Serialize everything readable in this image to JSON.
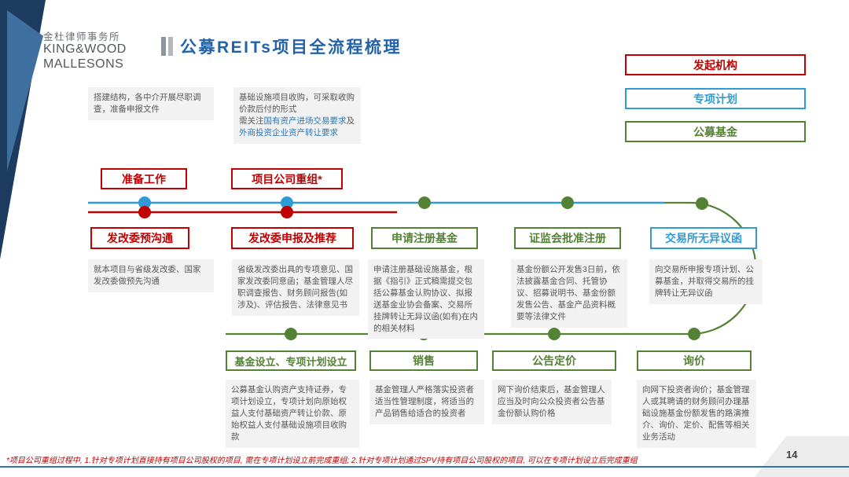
{
  "colors": {
    "sponsor_red": "#c00000",
    "plan_blue": "#2e9bd6",
    "fund_green": "#548235",
    "title_blue": "#2262a8",
    "highlight_blue": "#2e75b6"
  },
  "header": {
    "logo": {
      "cn": "金杜律师事务所",
      "en_line1": "KING&WOOD",
      "en_line2": "MALLESONS"
    },
    "title": "公募REITs项目全流程梳理"
  },
  "legend": {
    "sponsor": "发起机构",
    "special_plan": "专项计划",
    "public_fund": "公募基金"
  },
  "prep": {
    "stage1": "准备工作",
    "stage2": "项目公司重组*",
    "note1": "搭建结构，各中介开展尽职调查，准备申报文件",
    "note2_line1": "基础设施项目收购，可采取收购价款后付的形式",
    "note2_prefix": "需关注",
    "note2_link1": "国有资产进场交易要求",
    "note2_mid": "及",
    "note2_link2": "外商投资企业资产转让要求"
  },
  "approval": {
    "stages": [
      {
        "label": "发改委预沟通",
        "desc": "就本项目与省级发改委、国家发改委做预先沟通"
      },
      {
        "label": "发改委申报及推荐",
        "desc": "省级发改委出具的专项意见、国家发改委同意函；基金管理人尽职调查报告、财务顾问报告(如涉及)、评估报告、法律意见书"
      },
      {
        "label": "申请注册基金",
        "desc": "申请注册基础设施基金，根据《指引》正式稿需提交包括公募基金认购协议、拟报送基金业协会备案、交易所挂牌转让无异议函(如有)在内的相关材料"
      },
      {
        "label": "证监会批准注册",
        "desc": "基金份额公开发售3日前，依法披露基金合同、托管协议、招募说明书、基金份额发售公告、基金产品资料概要等法律文件"
      },
      {
        "label": "交易所无异议函",
        "desc": "向交易所申报专项计划、公募基金，并取得交易所的挂牌转让无异议函"
      }
    ]
  },
  "issuance": {
    "stages": [
      {
        "label": "基金设立、专项计划设立",
        "desc": "公募基金认购资产支持证券，专项计划设立，专项计划向原始权益人支付基础资产转让价款、原始权益人支付基础设施项目收购款"
      },
      {
        "label": "销售",
        "desc": "基金管理人严格落实投资者适当性管理制度，将适当的产品销售给适合的投资者"
      },
      {
        "label": "公告定价",
        "desc": "网下询价结束后，基金管理人应当及时向公众投资者公告基金份额认购价格"
      },
      {
        "label": "询价",
        "desc": "向网下投资者询价；基金管理人或其聘请的财务顾问办理基础设施基金份额发售的路演推介、询价、定价、配售等相关业务活动"
      }
    ]
  },
  "footer": {
    "footnote": "*项目公司重组过程中, 1.针对专项计划直接持有项目公司股权的项目, 需在专项计划设立前完成重组; 2.针对专项计划通过SPV持有项目公司股权的项目, 可以在专项计划设立后完成重组",
    "page_number": "14"
  }
}
